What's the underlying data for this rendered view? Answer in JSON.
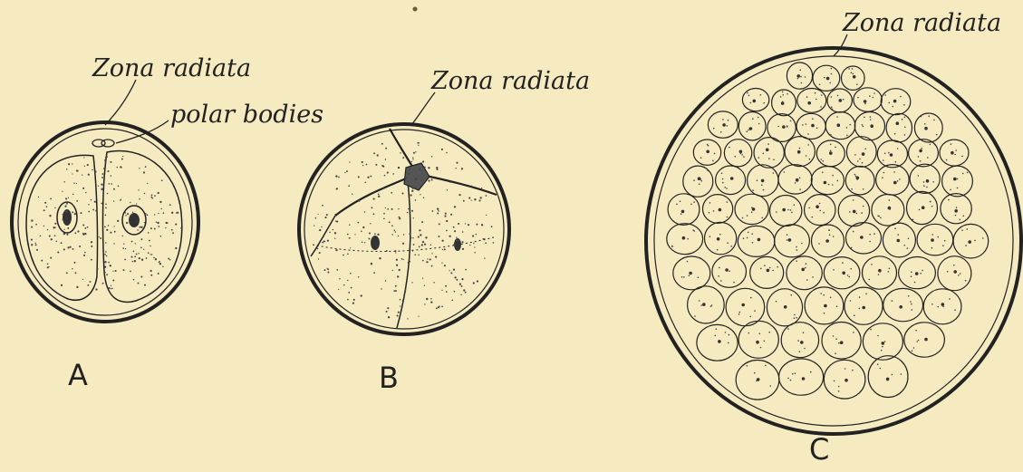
{
  "figures": [
    {
      "id": "A",
      "letter": "A",
      "labels": [
        "Zona radiata",
        "polar bodies"
      ]
    },
    {
      "id": "B",
      "letter": "B",
      "labels": [
        "Zona radiata"
      ]
    },
    {
      "id": "C",
      "letter": "C",
      "labels": [
        "Zona radiata"
      ]
    }
  ],
  "colors": {
    "paper": "#f5eac0",
    "ink": "#222222"
  }
}
